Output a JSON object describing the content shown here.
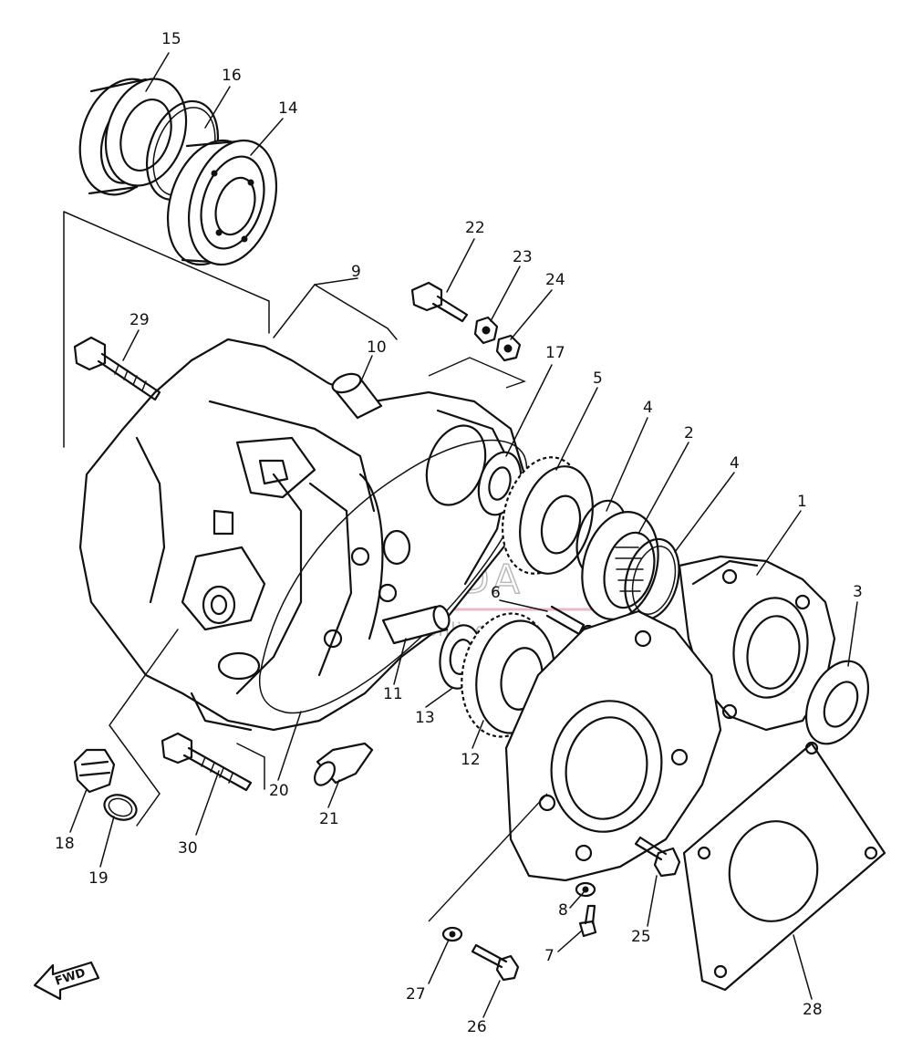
{
  "callouts": {
    "c1": "1",
    "c2": "2",
    "c3": "3",
    "c4a": "4",
    "c4b": "4",
    "c5": "5",
    "c6": "6",
    "c7": "7",
    "c8": "8",
    "c9": "9",
    "c10": "10",
    "c11": "11",
    "c12": "12",
    "c13": "13",
    "c14": "14",
    "c15": "15",
    "c16": "16",
    "c17": "17",
    "c18": "18",
    "c19": "19",
    "c20": "20",
    "c21": "21",
    "c22": "22",
    "c23": "23",
    "c24": "24",
    "c25": "25",
    "c26": "26",
    "c27": "27",
    "c28": "28",
    "c29": "29",
    "c30": "30"
  },
  "fwd_label": "FWD",
  "watermark": {
    "brand": "ARMADA",
    "subtitle": "motoshop online"
  },
  "colors": {
    "line": "#111111",
    "background": "#ffffff",
    "watermark_logo": "#d98aa8",
    "watermark_text": "#b9b9b9"
  }
}
